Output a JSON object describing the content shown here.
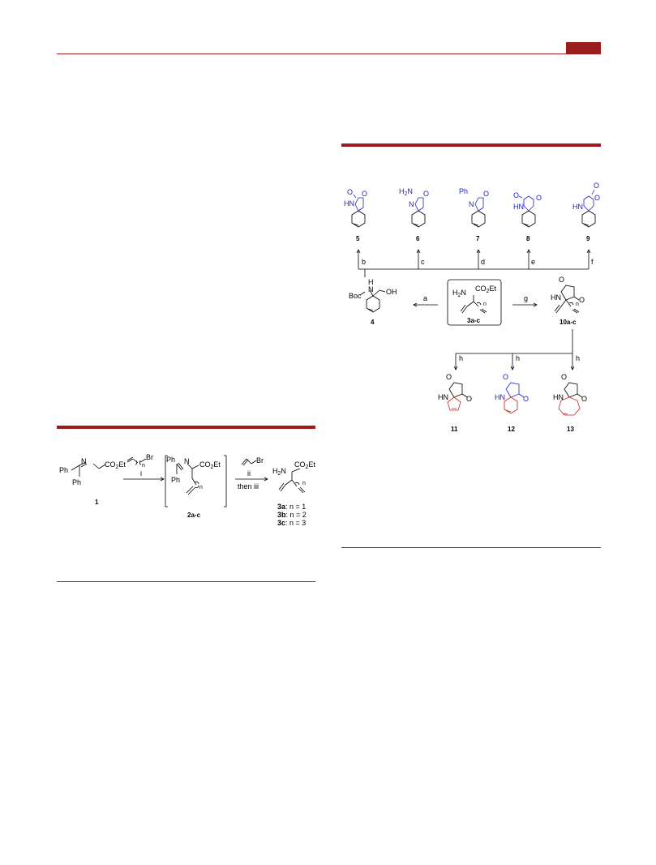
{
  "scheme_left": {
    "compound_1": {
      "ph_top": "Ph",
      "n": "N",
      "ester": "CO",
      "ester_sub": "2",
      "ester_end": "Et",
      "ph_bottom": "Ph",
      "label": "1"
    },
    "reagent_top": {
      "br": "Br",
      "sub_n": "n"
    },
    "step_i": "i",
    "compound_2": {
      "ph_top": "Ph",
      "n": "N",
      "ester": "CO",
      "ester_sub": "2",
      "ester_end": "Et",
      "ph_bottom": "Ph",
      "sub_n": "n",
      "label": "2a-c"
    },
    "reagent_allyl": {
      "br": "Br"
    },
    "step_ii": "ii",
    "then_iii": "then iii",
    "compound_3": {
      "amine": "H",
      "amine_sub": "2",
      "amine_n": "N",
      "ester": "CO",
      "ester_sub": "2",
      "ester_end": "Et",
      "sub_n": "n"
    },
    "legend": [
      {
        "bold": "3a",
        "rest": ": n = 1"
      },
      {
        "bold": "3b",
        "rest": ": n = 2"
      },
      {
        "bold": "3c",
        "rest": ": n = 3"
      }
    ]
  },
  "scheme_right": {
    "top_compounds": [
      {
        "label": "5",
        "hetero": [
          "O",
          "HN",
          "O"
        ]
      },
      {
        "label": "6",
        "hetero": [
          "H",
          "2",
          "N",
          "O",
          "N"
        ]
      },
      {
        "label": "7",
        "hetero": [
          "Ph",
          "O",
          "N"
        ]
      },
      {
        "label": "8",
        "hetero": [
          "O",
          "O",
          "HN"
        ]
      },
      {
        "label": "9",
        "hetero": [
          "O",
          "O",
          "HN"
        ]
      }
    ],
    "arrow_labels": [
      "b",
      "c",
      "d",
      "e",
      "f"
    ],
    "compound_4": {
      "nh": "H",
      "n": "N",
      "boc": "Boc",
      "oh": "OH",
      "label": "4"
    },
    "step_a": "a",
    "center_box": {
      "amine": "H",
      "amine_sub": "2",
      "amine_n": "N",
      "ester": "CO",
      "ester_sub": "2",
      "ester_end": "Et",
      "sub_n": "n",
      "label": "3a-c"
    },
    "step_g": "g",
    "compound_10": {
      "o_top": "O",
      "hn": "HN",
      "o_right": "O",
      "sub_n": "n",
      "label": "10a-c"
    },
    "step_h": [
      "h",
      "h",
      "h"
    ],
    "bottom_compounds": [
      {
        "label": "11",
        "o_top": "O",
        "hn": "HN",
        "o_right": "O"
      },
      {
        "label": "12",
        "o_top": "O",
        "hn": "HN",
        "o_right": "O"
      },
      {
        "label": "13",
        "o_top": "O",
        "hn": "HN",
        "o_right": "O"
      }
    ]
  },
  "colors": {
    "accent": "#9b1c1c",
    "blue": "#2020d0",
    "red": "#d02020"
  }
}
